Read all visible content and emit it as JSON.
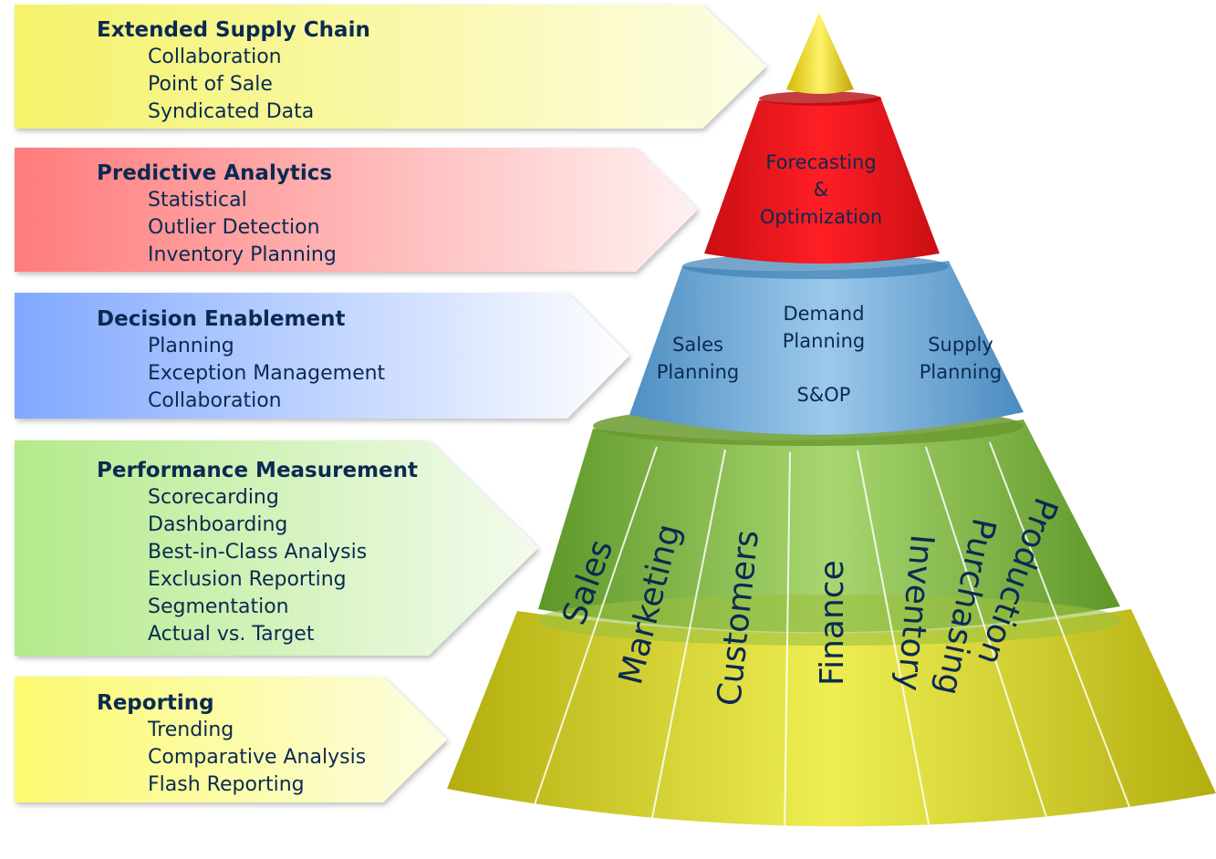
{
  "tiers": [
    {
      "title": "Extended Supply Chain",
      "items": [
        "Collaboration",
        "Point of Sale",
        "Syndicated Data"
      ]
    },
    {
      "title": "Predictive Analytics",
      "items": [
        "Statistical",
        "Outlier Detection",
        "Inventory Planning"
      ]
    },
    {
      "title": "Decision Enablement",
      "items": [
        "Planning",
        "Exception Management",
        "Collaboration"
      ]
    },
    {
      "title": "Performance Measurement",
      "items": [
        "Scorecarding",
        "Dashboarding",
        "Best-in-Class Analysis",
        "Exclusion Reporting",
        "Segmentation",
        "Actual vs. Target"
      ]
    },
    {
      "title": "Reporting",
      "items": [
        "Trending",
        "Comparative Analysis",
        "Flash Reporting"
      ]
    }
  ],
  "cone": {
    "red": {
      "line1": "Forecasting",
      "line2": "&",
      "line3": "Optimization"
    },
    "blue": {
      "left1": "Sales",
      "left2": "Planning",
      "center1": "Demand",
      "center2": "Planning",
      "right1": "Supply",
      "right2": "Planning",
      "bottom": "S&OP"
    },
    "departments": [
      "Sales",
      "Marketing",
      "Customers",
      "Finance",
      "Inventory",
      "Purchasing",
      "Production"
    ]
  },
  "colors": {
    "yellow": "#f6f67a",
    "red": "#ff7d7d",
    "blue": "#7fa8ff",
    "green": "#b6ec8e",
    "cone_red": "#e3151b",
    "cone_blue": "#6aa9d8",
    "cone_green": "#7fb240",
    "cone_yellow": "#d6d62a",
    "text": "#0b2a52"
  }
}
